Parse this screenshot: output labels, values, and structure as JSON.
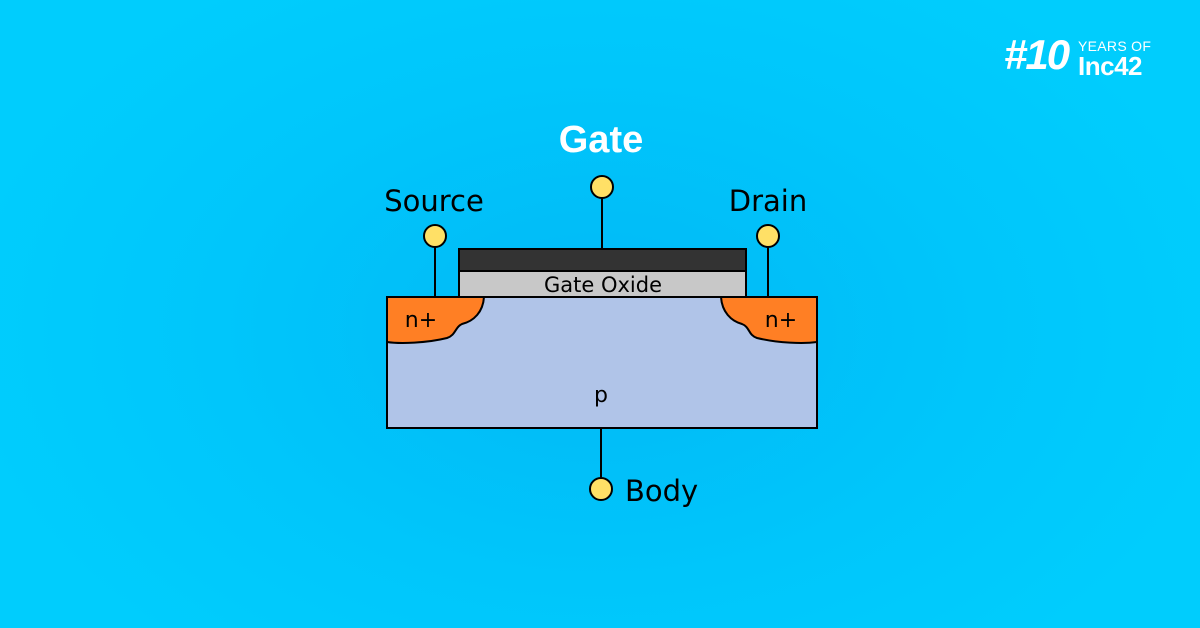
{
  "brand": {
    "hash": "#10",
    "years_of": "YEARS OF",
    "name": "Inc42"
  },
  "diagram": {
    "gate_label": "Gate",
    "source_label": "Source",
    "drain_label": "Drain",
    "body_label": "Body",
    "oxide_label": "Gate Oxide",
    "n_plus_left": "n+",
    "n_plus_right": "n+",
    "substrate_label": "p"
  },
  "colors": {
    "background": "#00c6fb",
    "substrate": "#b0c4e8",
    "n_plus": "#ff7f24",
    "gate_oxide": "#c8c8c8",
    "gate_metal": "#333333",
    "terminal": "#ffe066"
  }
}
